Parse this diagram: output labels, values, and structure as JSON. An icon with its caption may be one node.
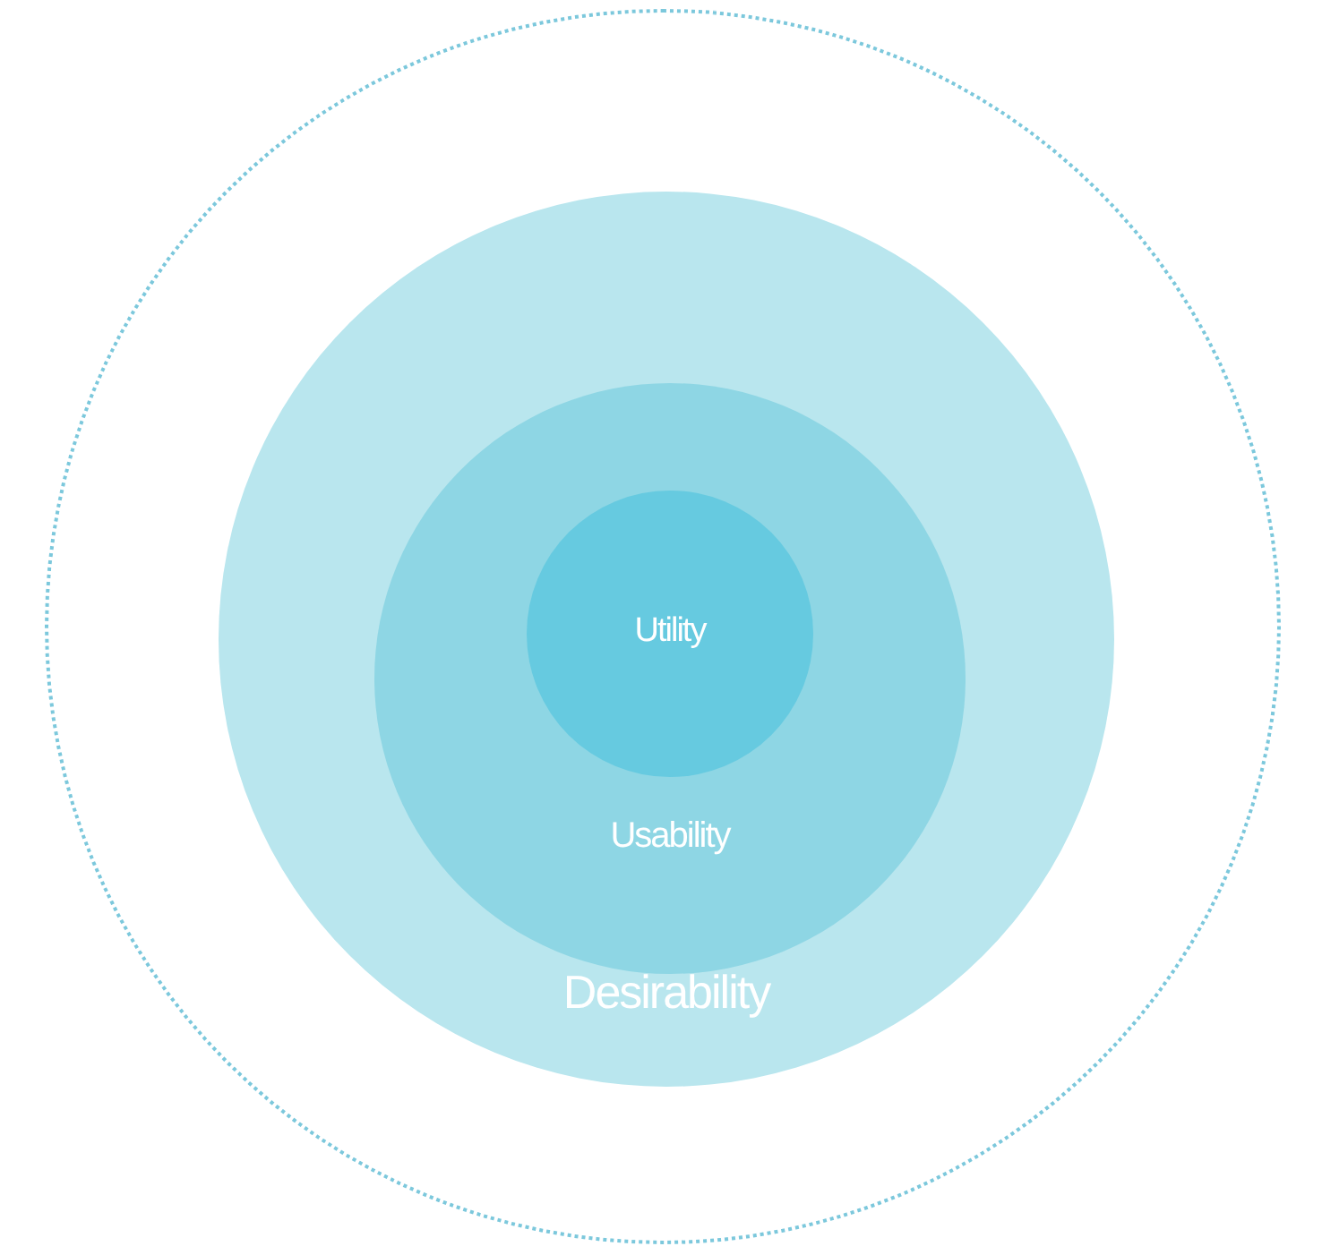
{
  "diagram": {
    "nodes": [
      {
        "text": [],
        "shape": "circle"
      },
      {
        "text": [
          "Desirability"
        ],
        "in": 0
      },
      {
        "text": [
          "Usability"
        ],
        "in": 1
      },
      {
        "text": [
          "Utility"
        ],
        "in": 2
      }
    ]
  }
}
